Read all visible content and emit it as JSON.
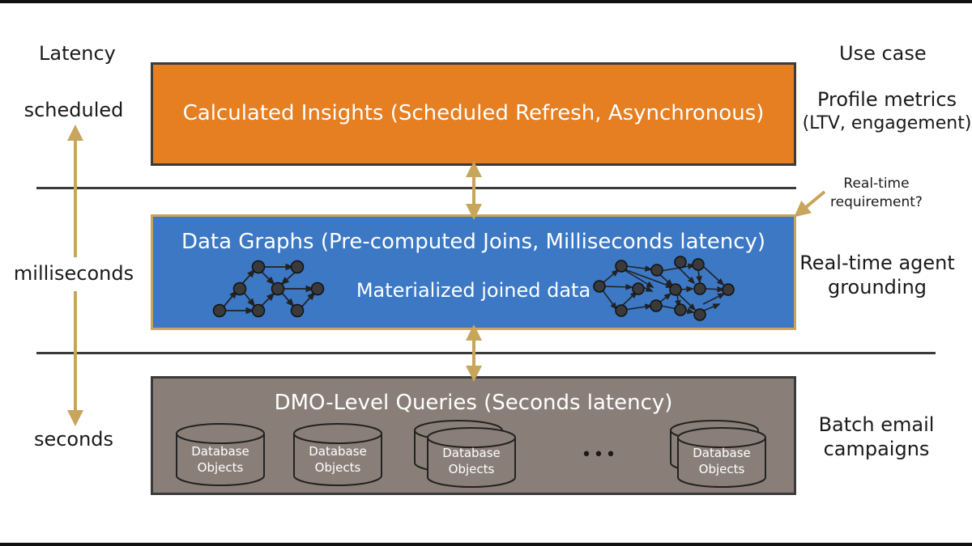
{
  "headers": {
    "latency": "Latency",
    "use_case": "Use case"
  },
  "latency_scale": {
    "top": "scheduled",
    "middle": "milliseconds",
    "bottom": "seconds"
  },
  "layers": [
    {
      "title": "Calculated Insights (Scheduled Refresh, Asynchronous)",
      "color": "#e67e22",
      "use_case": [
        "Profile metrics",
        "(LTV, engagement)"
      ]
    },
    {
      "title": "Data Graphs (Pre-computed Joins, Milliseconds latency)",
      "subtitle": "Materialized joined data",
      "color": "#3c78c4",
      "use_case": [
        "Real-time agent",
        "grounding"
      ]
    },
    {
      "title": "DMO-Level Queries (Seconds latency)",
      "color": "#8a7f78",
      "use_case": [
        "Batch email",
        "campaigns"
      ]
    }
  ],
  "database_objects": [
    {
      "line1": "Database",
      "line2": "Objects"
    },
    {
      "line1": "Database",
      "line2": "Objects"
    },
    {
      "line1": "Database",
      "line2": "Objects"
    },
    {
      "line1": "Database",
      "line2": "Objects"
    }
  ],
  "ellipsis": "•••",
  "annotation": [
    "Real-time",
    "requirement?"
  ],
  "colors": {
    "arrow": "#c7a55a",
    "separator": "#3b3b3b",
    "node": "#3a3a3a"
  }
}
